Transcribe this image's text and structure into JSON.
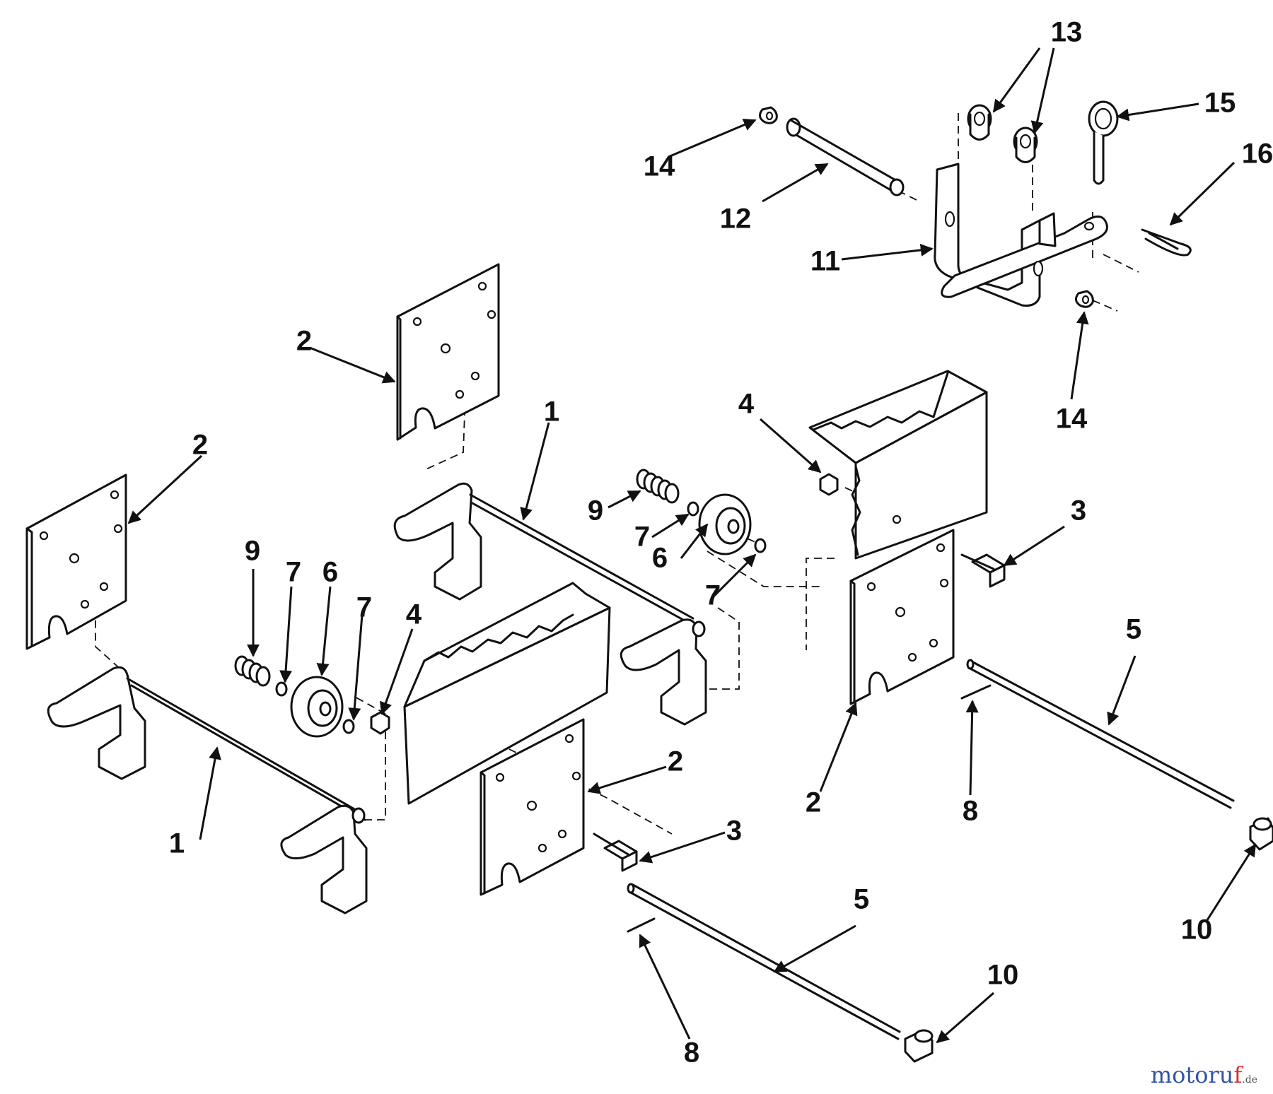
{
  "diagram": {
    "callouts": [
      {
        "label": "1"
      },
      {
        "label": "1"
      },
      {
        "label": "2"
      },
      {
        "label": "2"
      },
      {
        "label": "2"
      },
      {
        "label": "2"
      },
      {
        "label": "3"
      },
      {
        "label": "3"
      },
      {
        "label": "4"
      },
      {
        "label": "4"
      },
      {
        "label": "5"
      },
      {
        "label": "5"
      },
      {
        "label": "6"
      },
      {
        "label": "6"
      },
      {
        "label": "7"
      },
      {
        "label": "7"
      },
      {
        "label": "7"
      },
      {
        "label": "7"
      },
      {
        "label": "8"
      },
      {
        "label": "8"
      },
      {
        "label": "9"
      },
      {
        "label": "9"
      },
      {
        "label": "10"
      },
      {
        "label": "10"
      },
      {
        "label": "11"
      },
      {
        "label": "12"
      },
      {
        "label": "13"
      },
      {
        "label": "14"
      },
      {
        "label": "14"
      },
      {
        "label": "15"
      },
      {
        "label": "16"
      }
    ]
  },
  "watermark": {
    "main": "motoru",
    "accent": "f",
    "suffix": ".de"
  }
}
